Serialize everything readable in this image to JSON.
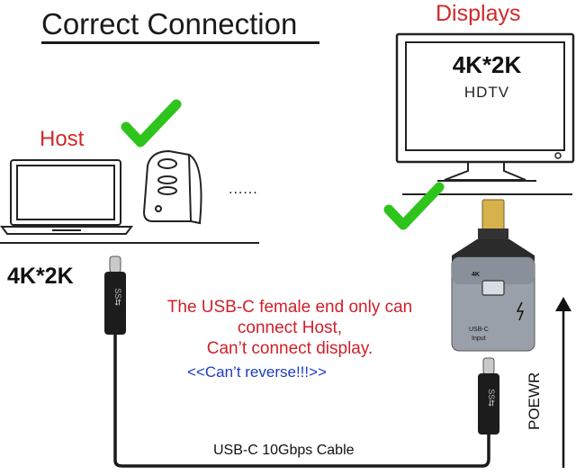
{
  "title": "Correct Connection",
  "host_label": "Host",
  "displays_label": "Displays",
  "monitor": {
    "resolution": "4K*2K",
    "subtitle": "HDTV"
  },
  "left_resolution": "4K*2K",
  "dots": "......",
  "warning": {
    "line1": "The USB-C female end only can",
    "line2": "connect Host,",
    "line3": "Can’t connect display."
  },
  "reverse_note": "<<Can’t reverse!!!>>",
  "cable_label": "USB-C 10Gbps Cable",
  "power_label": "POEWR",
  "adapter": {
    "top_label": "4K",
    "bottom_line1": "USB-C",
    "bottom_line2": "Input"
  },
  "colors": {
    "red_text": "#d02a2a",
    "blue_text": "#1e3bc0",
    "check_green": "#2ec41c"
  },
  "icons": [
    "check-icon",
    "laptop-icon",
    "desktop-tower-icon",
    "monitor-icon",
    "usb-c-plug-icon",
    "adapter-icon",
    "arrow-up-icon"
  ]
}
